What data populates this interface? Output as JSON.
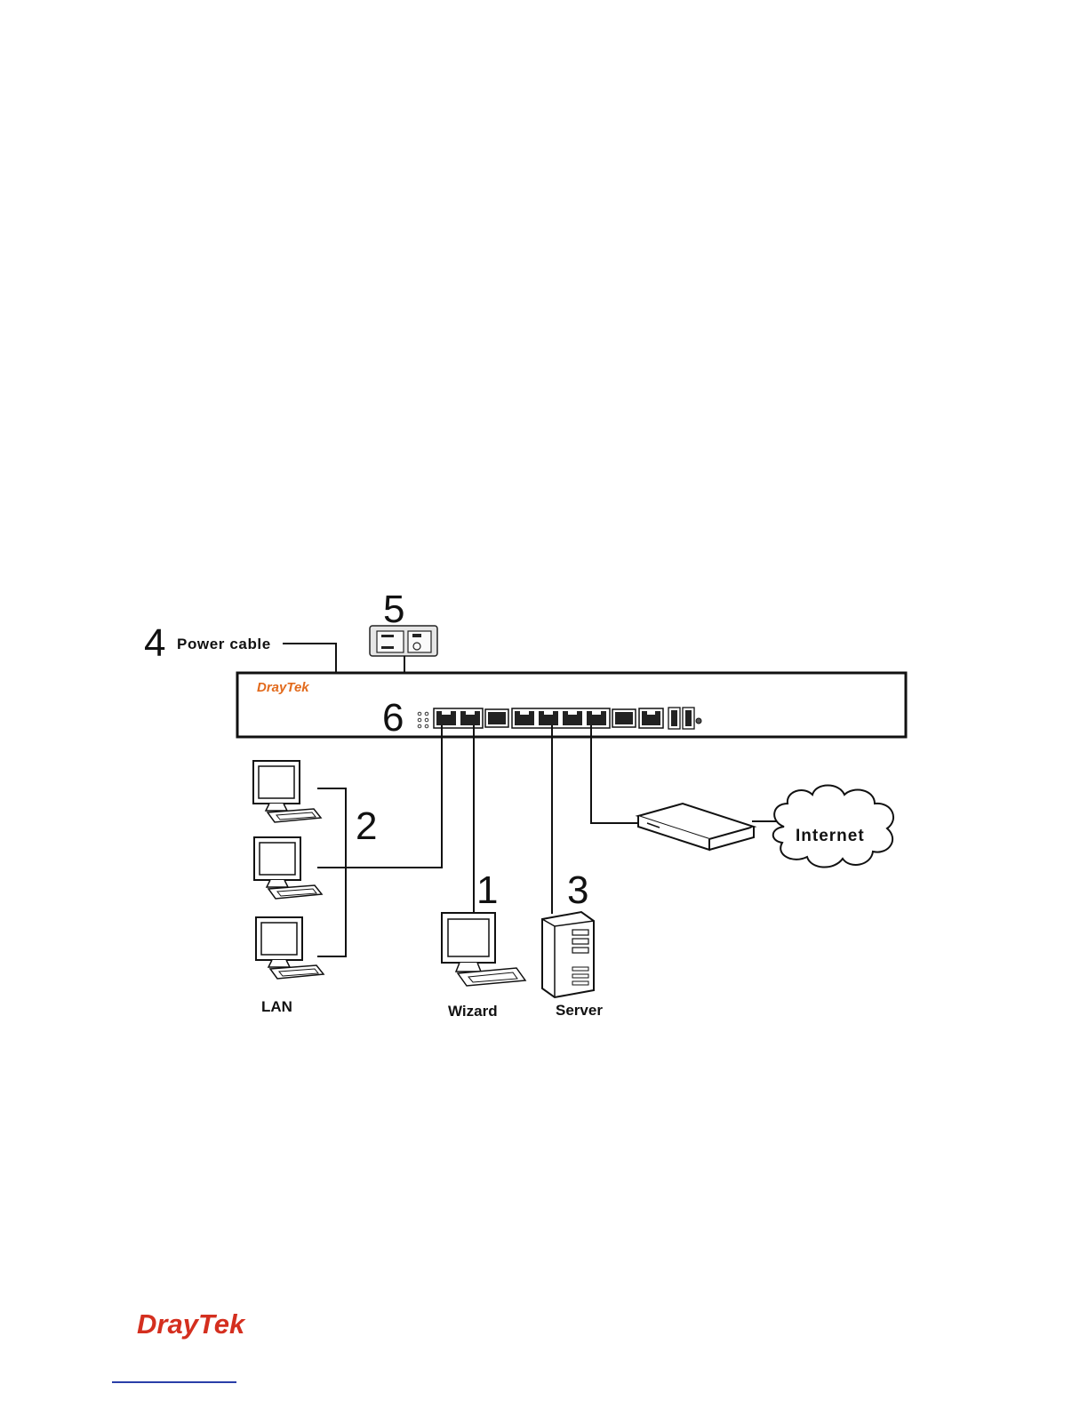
{
  "labels": {
    "num1": "1",
    "num2": "2",
    "num3": "3",
    "num4": "4",
    "num5": "5",
    "num6": "6",
    "power_cable": "Power cable",
    "internet": "Internet",
    "lan": "LAN",
    "wizard": "Wizard",
    "server": "Server"
  },
  "device_logo": {
    "dray": "Dray",
    "tek": "Tek"
  },
  "footer_logo": {
    "dray": "Dray",
    "tek": "Tek"
  },
  "colors": {
    "brand_red": "#d42f1f",
    "brand_orange": "#e26a1c",
    "link_blue": "#2a3ea8"
  }
}
